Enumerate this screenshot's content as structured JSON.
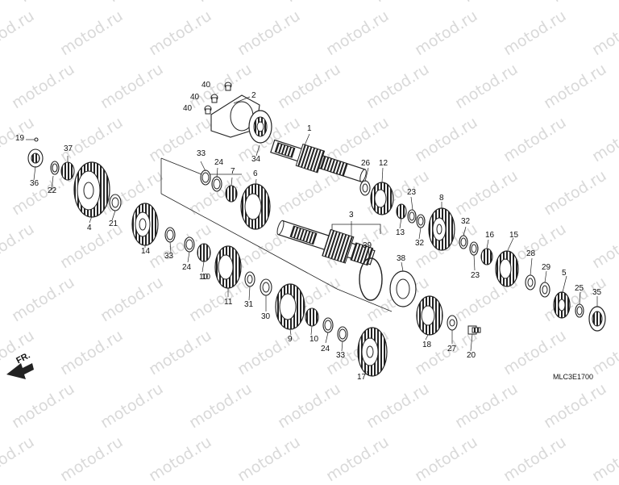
{
  "watermark": {
    "text": "motod.ru",
    "color": "#d9d9d9"
  },
  "front_label": "FR.",
  "diagram_code": "MLC3E1700",
  "callouts": [
    "1",
    "2",
    "3",
    "4",
    "5",
    "6",
    "7",
    "8",
    "9",
    "10",
    "10",
    "10",
    "11",
    "12",
    "13",
    "14",
    "15",
    "16",
    "17",
    "18",
    "19",
    "20",
    "21",
    "22",
    "23",
    "23",
    "24",
    "24",
    "24",
    "25",
    "26",
    "27",
    "28",
    "29",
    "30",
    "31",
    "32",
    "32",
    "33",
    "33",
    "33",
    "34",
    "35",
    "36",
    "37",
    "38",
    "39",
    "40",
    "40",
    "40"
  ]
}
